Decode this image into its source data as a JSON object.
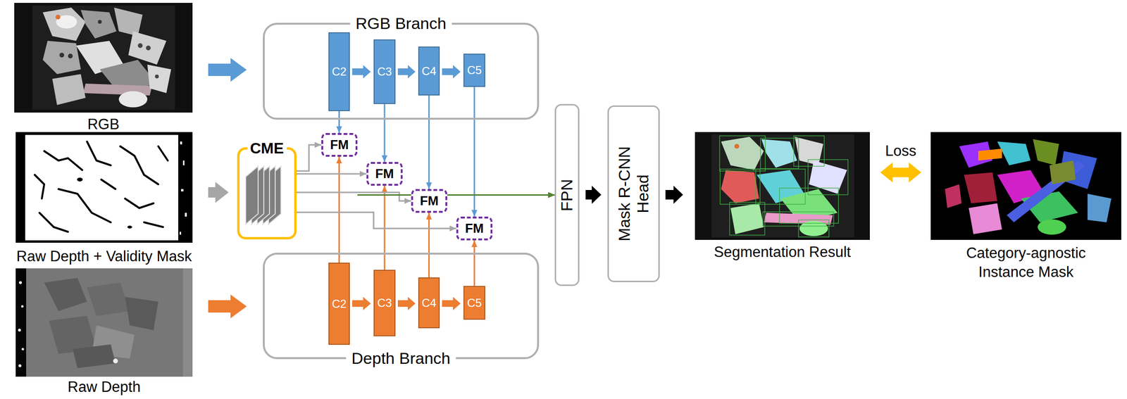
{
  "diagram": {
    "nodes": [
      {
        "text": [
          "RGB"
        ]
      },
      {
        "text": [
          "Raw Depth + Validity Mask"
        ]
      },
      {
        "text": [
          "Raw Depth"
        ]
      },
      {
        "text": [
          "RGB Branch"
        ]
      },
      {
        "text": [
          "C2"
        ],
        "in": 3
      },
      {
        "text": [
          "C3"
        ],
        "in": 3
      },
      {
        "text": [
          "C4"
        ],
        "in": 3
      },
      {
        "text": [
          "C5"
        ],
        "in": 3
      },
      {
        "text": [
          "CME"
        ]
      },
      {
        "text": [
          "FM"
        ]
      },
      {
        "text": [
          "FM"
        ]
      },
      {
        "text": [
          "FM"
        ]
      },
      {
        "text": [
          "FM"
        ]
      },
      {
        "text": [
          "Depth Branch"
        ]
      },
      {
        "text": [
          "C2"
        ],
        "in": 13
      },
      {
        "text": [
          "C3"
        ],
        "in": 13
      },
      {
        "text": [
          "C4"
        ],
        "in": 13
      },
      {
        "text": [
          "C5"
        ],
        "in": 13
      },
      {
        "text": [
          "FPN"
        ]
      },
      {
        "text": [
          "Mask R-CNN Head"
        ]
      },
      {
        "text": [
          "Segmentation Result"
        ]
      },
      {
        "text": [
          "Category-agnostic Instance Mask"
        ]
      }
    ],
    "edges": [
      {
        "from": 0,
        "to": 3,
        "arrow": "to"
      },
      {
        "from": 1,
        "to": 8,
        "arrow": "to"
      },
      {
        "from": 2,
        "to": 13,
        "arrow": "to"
      },
      {
        "from": 4,
        "to": 5,
        "arrow": "to"
      },
      {
        "from": 5,
        "to": 6,
        "arrow": "to"
      },
      {
        "from": 6,
        "to": 7,
        "arrow": "to"
      },
      {
        "from": 14,
        "to": 15,
        "arrow": "to"
      },
      {
        "from": 15,
        "to": 16,
        "arrow": "to"
      },
      {
        "from": 16,
        "to": 17,
        "arrow": "to"
      },
      {
        "from": 4,
        "to": 9,
        "arrow": "to"
      },
      {
        "from": 5,
        "to": 10,
        "arrow": "to"
      },
      {
        "from": 6,
        "to": 11,
        "arrow": "to"
      },
      {
        "from": 7,
        "to": 12,
        "arrow": "to"
      },
      {
        "from": 14,
        "to": 9,
        "arrow": "to"
      },
      {
        "from": 15,
        "to": 10,
        "arrow": "to"
      },
      {
        "from": 16,
        "to": 11,
        "arrow": "to"
      },
      {
        "from": 17,
        "to": 12,
        "arrow": "to"
      },
      {
        "from": 8,
        "to": 9,
        "arrow": "to"
      },
      {
        "from": 8,
        "to": 10,
        "arrow": "to"
      },
      {
        "from": 8,
        "to": 11,
        "arrow": "to"
      },
      {
        "from": 8,
        "to": 12,
        "arrow": "to"
      },
      {
        "from": 9,
        "to": 18,
        "arrow": "to"
      },
      {
        "from": 10,
        "to": 18,
        "arrow": "to"
      },
      {
        "from": 11,
        "to": 18,
        "arrow": "to"
      },
      {
        "from": 12,
        "to": 18,
        "arrow": "to"
      },
      {
        "from": 18,
        "to": 19,
        "arrow": "to"
      },
      {
        "from": 19,
        "to": 20,
        "arrow": "to"
      },
      {
        "from": 20,
        "to": 21,
        "label": "Loss",
        "arrow": "both"
      }
    ]
  }
}
